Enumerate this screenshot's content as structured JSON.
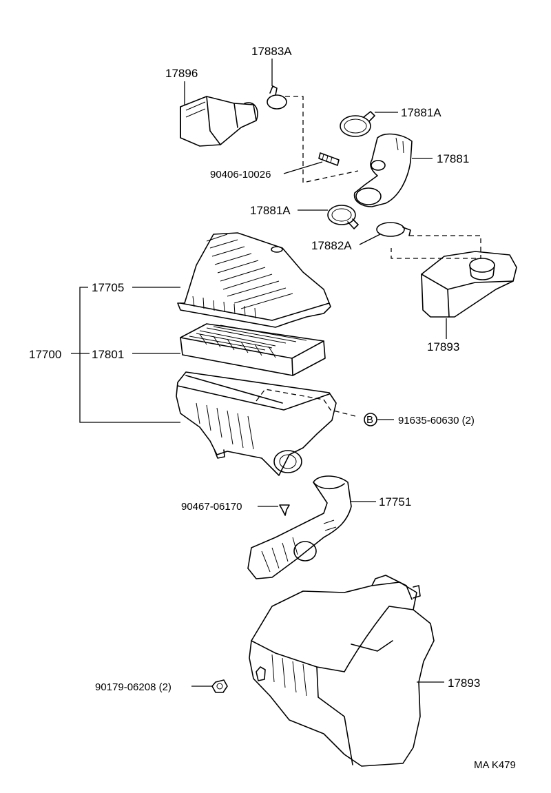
{
  "labels": {
    "l17896": "17896",
    "l17883A": "17883A",
    "l17881A_top": "17881A",
    "l17881": "17881",
    "l90406": "90406-10026",
    "l17881A_mid": "17881A",
    "l17882A": "17882A",
    "l17705": "17705",
    "l17700": "17700",
    "l17801": "17801",
    "l17893_top": "17893",
    "lB": "B",
    "l91635": "91635-60630 (2)",
    "l90467": "90467-06170",
    "l17751": "17751",
    "l90179": "90179-06208 (2)",
    "l17893_bot": "17893",
    "ref": "MA K479"
  }
}
